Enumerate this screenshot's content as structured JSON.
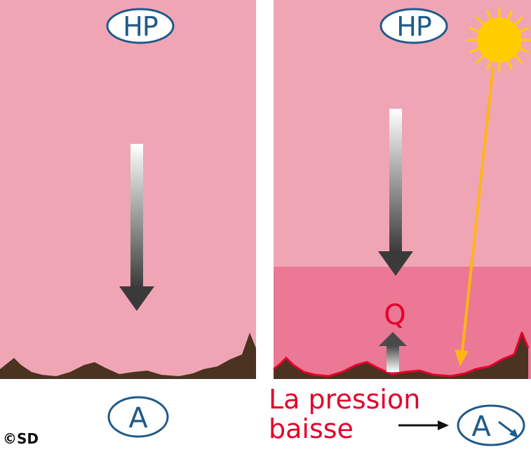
{
  "left_panel": {
    "high_pressure_label": "HP",
    "anticyclone_label": "A"
  },
  "right_panel": {
    "high_pressure_label": "HP",
    "heat_label": "Q",
    "anticyclone_label": "A",
    "pressure_text_line1": "La pression",
    "pressure_text_line2": "baisse"
  },
  "copyright": "©SD",
  "colors": {
    "sky": "#f0a5b5",
    "warm_layer": "#eb7894",
    "ground": "#4a3320",
    "label_blue": "#1f5a8a",
    "accent_red": "#e4002b",
    "sun": "#ffcc00",
    "sun_ray": "#fdb515",
    "arrow_dark": "#3a3a3a"
  },
  "icons": [
    "down-arrow-icon",
    "up-arrow-icon",
    "sun-icon",
    "sunray-icon",
    "pointer-arrow-icon",
    "decrease-arrow-icon"
  ]
}
